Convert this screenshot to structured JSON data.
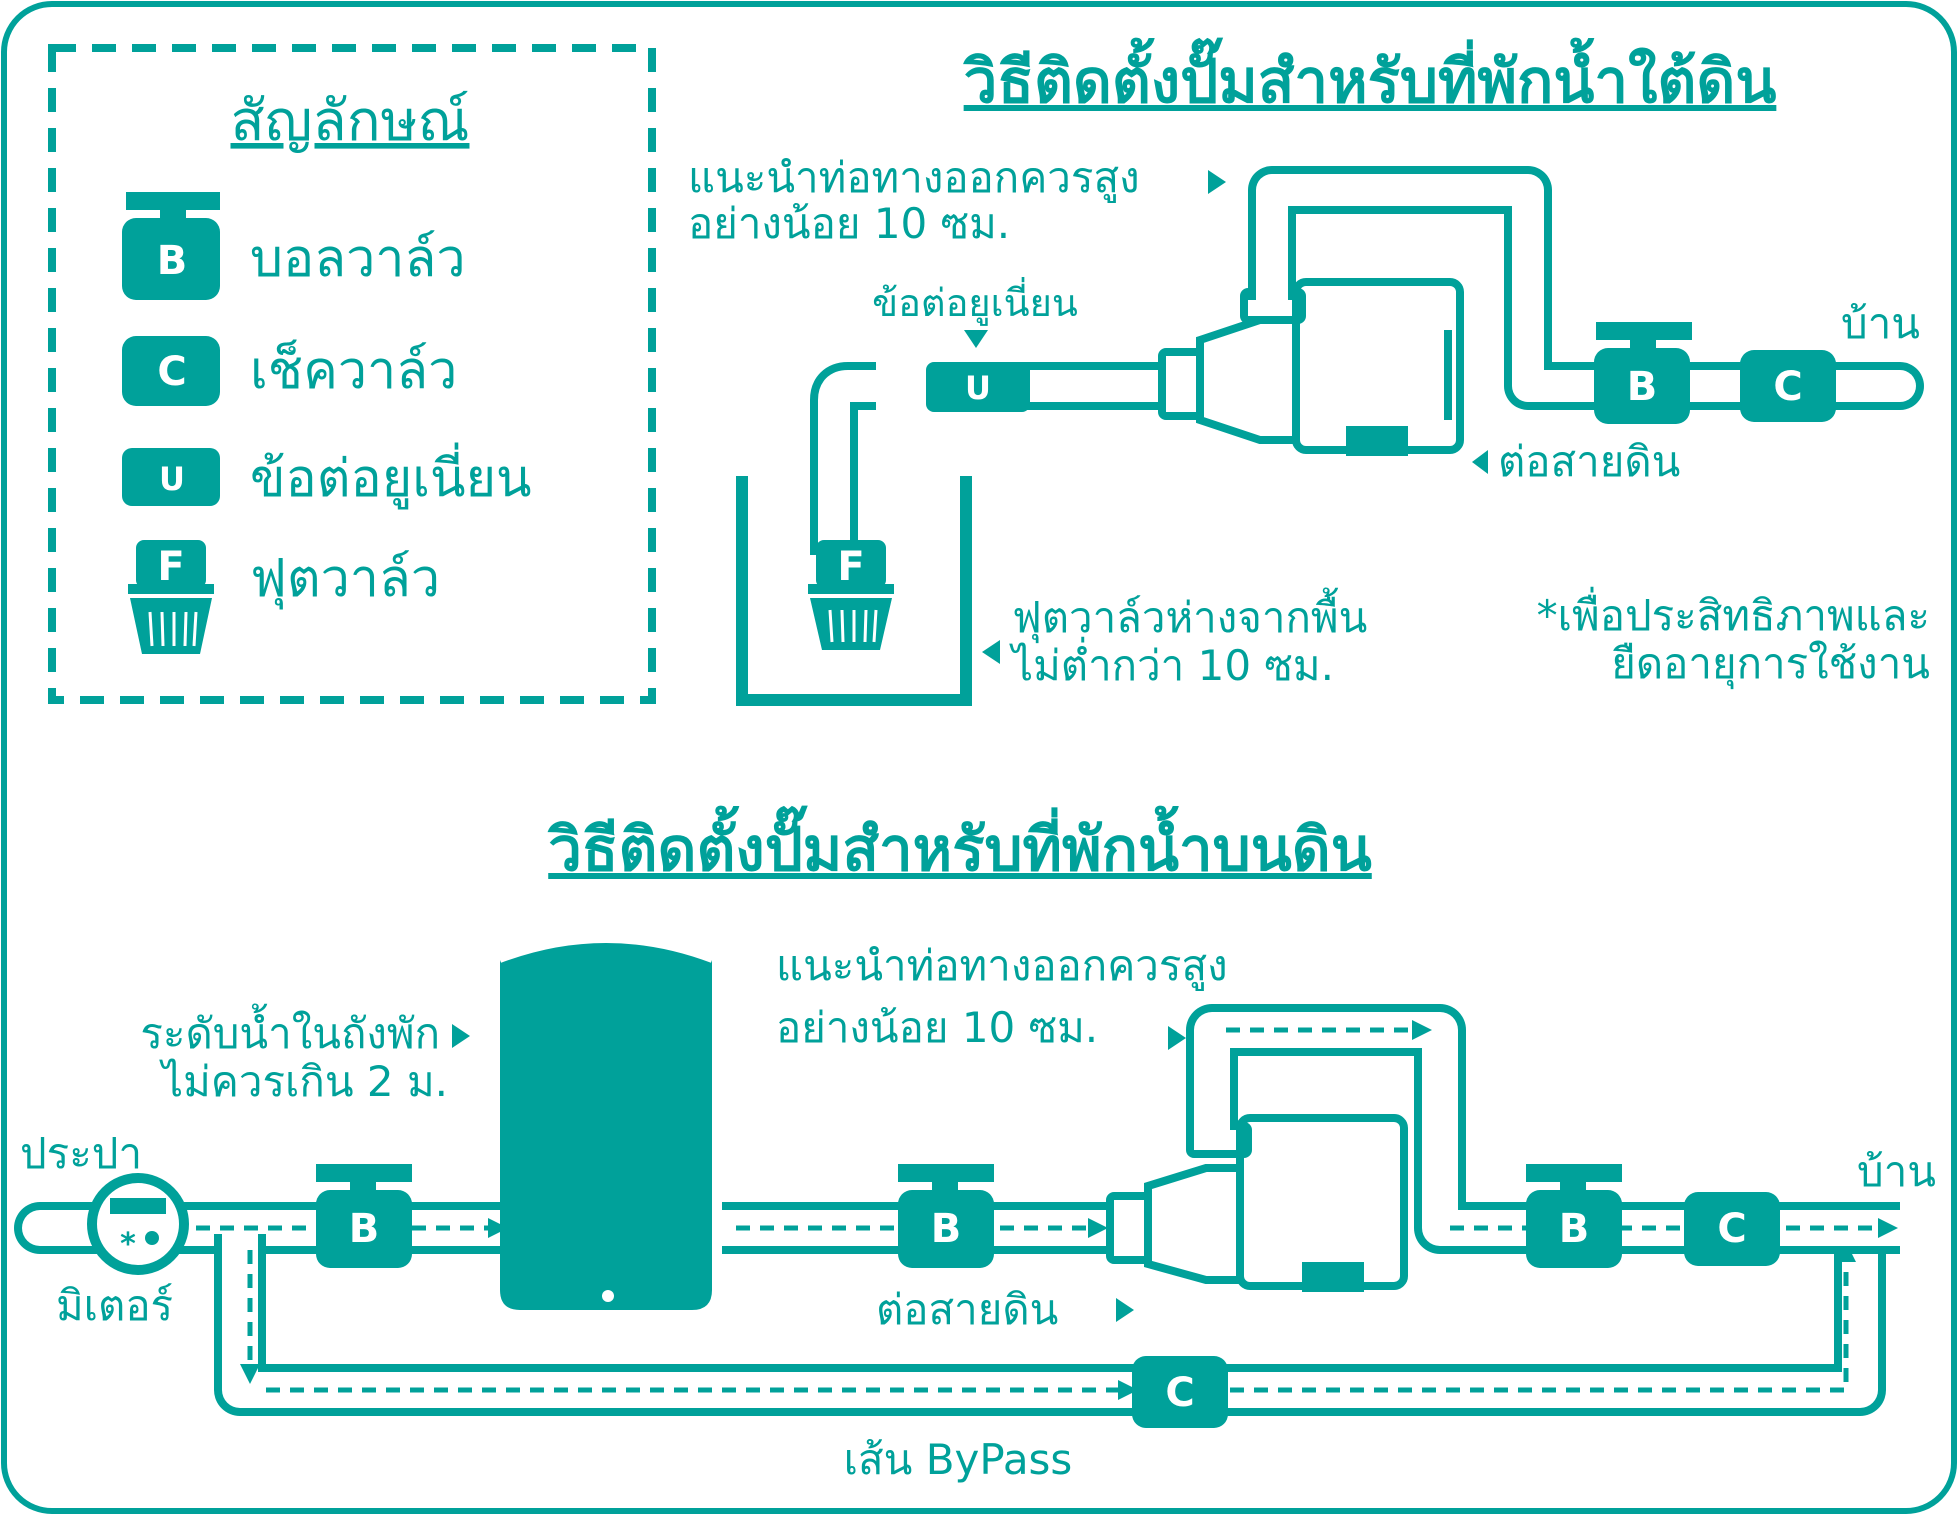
{
  "colors": {
    "teal": "#00a19a",
    "background": "#ffffff"
  },
  "legend": {
    "title": "สัญลักษณ์",
    "items": [
      {
        "letter": "B",
        "label": "บอลวาล์ว",
        "icon": "ball-valve-icon"
      },
      {
        "letter": "C",
        "label": "เช็ควาล์ว",
        "icon": "check-valve-icon"
      },
      {
        "letter": "U",
        "label": "ข้อต่อยูเนี่ยน",
        "icon": "union-joint-icon"
      },
      {
        "letter": "F",
        "label": "ฟุตวาล์ว",
        "icon": "foot-valve-icon"
      }
    ]
  },
  "underground": {
    "title": "วิธีติดตั้งปั๊มสำหรับที่พักน้ำใต้ดิน",
    "outlet_note": [
      "แนะนำท่อทางออกควรสูง",
      "อย่างน้อย 10 ซม."
    ],
    "union_label": "ข้อต่อยูเนี่ยน",
    "home_label": "บ้าน",
    "ground_label": "ต่อสายดิน",
    "foot_note": [
      "ฟุตวาล์วห่างจากพื้น",
      "ไม่ต่ำกว่า 10 ซม."
    ],
    "efficiency_note": [
      "*เพื่อประสิทธิภาพและ",
      "ยืดอายุการใช้งาน"
    ],
    "letters": {
      "union": "U",
      "foot": "F",
      "ball": "B",
      "check": "C"
    }
  },
  "aboveground": {
    "title": "วิธีติดตั้งปั๊มสำหรับที่พักน้ำบนดิน",
    "tank_note": [
      "ระดับน้ำในถังพัก",
      "ไม่ควรเกิน 2 ม."
    ],
    "outlet_note": [
      "แนะนำท่อทางออกควรสูง",
      "อย่างน้อย 10 ซม."
    ],
    "tap_label": "ประปา",
    "meter_label": "มิเตอร์",
    "ground_label": "ต่อสายดิน",
    "home_label": "บ้าน",
    "bypass_label": "เส้น ByPass",
    "letters": {
      "ball": "B",
      "check": "C"
    }
  }
}
